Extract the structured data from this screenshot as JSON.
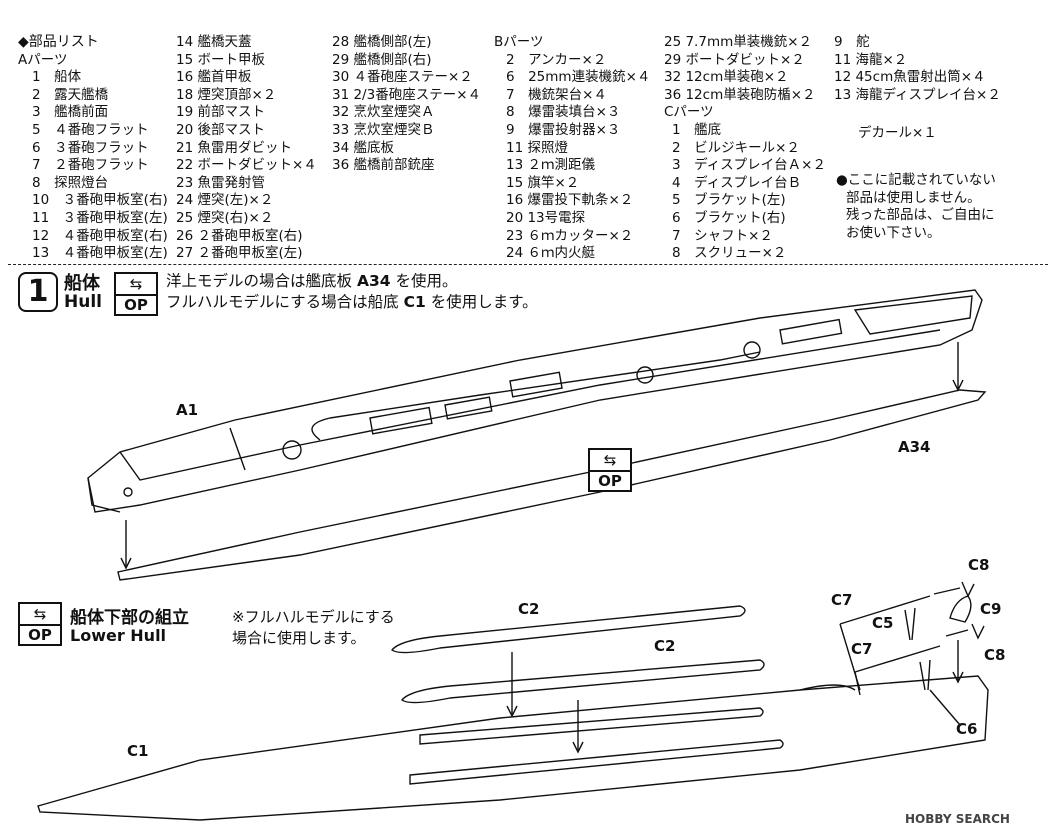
{
  "parts_list": {
    "title": "◆部品リスト",
    "col1_header": "Aパーツ",
    "col1": [
      "1　船体",
      "2　露天艦橋",
      "3　艦橋前面",
      "5　４番砲フラット",
      "6　３番砲フラット",
      "7　２番砲フラット",
      "8　探照燈台",
      "10　３番砲甲板室(右)",
      "11　３番砲甲板室(左)",
      "12　４番砲甲板室(右)",
      "13　４番砲甲板室(左)"
    ],
    "col2": [
      "14 艦橋天蓋",
      "15 ボート甲板",
      "16 艦首甲板",
      "18 煙突頂部×２",
      "19 前部マスト",
      "20 後部マスト",
      "21 魚雷用ダビット",
      "22 ボートダビット×４",
      "23 魚雷発射管",
      "24 煙突(左)×２",
      "25 煙突(右)×２",
      "26 ２番砲甲板室(右)",
      "27 ２番砲甲板室(左)"
    ],
    "col3": [
      "28 艦橋側部(左)",
      "29 艦橋側部(右)",
      "30 ４番砲座ステー×２",
      "31 2/3番砲座ステー×４",
      "32 烹炊室煙突Ａ",
      "33 烹炊室煙突Ｂ",
      "34 艦底板",
      "36 艦橋前部銃座"
    ],
    "col4_header": "Bパーツ",
    "col4": [
      "2　アンカー×２",
      "6　25mm連装機銃×４",
      "7　機銃架台×４",
      "8　爆雷装填台×３",
      "9　爆雷投射器×３",
      "11 探照燈",
      "13 ２ｍ測距儀",
      "15 旗竿×２",
      "16 爆雷投下軌条×２",
      "20 13号電探",
      "23 ６ｍカッター×２",
      "24 ６ｍ内火艇"
    ],
    "col5": [
      "25 7.7mm単装機銃×２",
      "29 ボートダビット×２",
      "32 12cm単装砲×２",
      "36 12cm単装砲防楯×２"
    ],
    "col5_header2": "Cパーツ",
    "col5b": [
      "1　艦底",
      "2　ビルジキール×２",
      "3　ディスプレイ台Ａ×２",
      "4　ディスプレイ台Ｂ",
      "5　ブラケット(左)",
      "6　ブラケット(右)",
      "7　シャフト×２",
      "8　スクリュー×２"
    ],
    "col6": [
      "9　舵",
      "11 海龍×２",
      "12 45cm魚雷射出筒×４",
      "13 海龍ディスプレイ台×２"
    ],
    "decal": "デカール×１",
    "note": [
      "●ここに記載されていない",
      "部品は使用しません。",
      "残った部品は、ご自由に",
      "お使い下さい。"
    ]
  },
  "step1": {
    "number": "1",
    "title_jp": "船体",
    "title_en": "Hull",
    "op": "OP",
    "line1_a": "洋上モデルの場合は艦底板",
    "line1_part": "A34",
    "line1_b": "を使用。",
    "line2_a": "フルハルモデルにする場合は船底",
    "line2_part": "C1",
    "line2_b": "を使用します。",
    "labels": {
      "a1": "A1",
      "a34": "A34"
    }
  },
  "lower": {
    "op": "OP",
    "title_jp": "船体下部の組立",
    "title_en": "Lower Hull",
    "note1": "※フルハルモデルにする",
    "note2": "場合に使用します。",
    "labels": {
      "c1": "C1",
      "c2a": "C2",
      "c2b": "C2",
      "c5": "C5",
      "c6": "C6",
      "c7a": "C7",
      "c7b": "C7",
      "c8a": "C8",
      "c8b": "C8",
      "c9": "C9"
    }
  },
  "watermark": "HOBBY SEARCH",
  "colors": {
    "ink": "#111111",
    "paper": "#ffffff"
  }
}
